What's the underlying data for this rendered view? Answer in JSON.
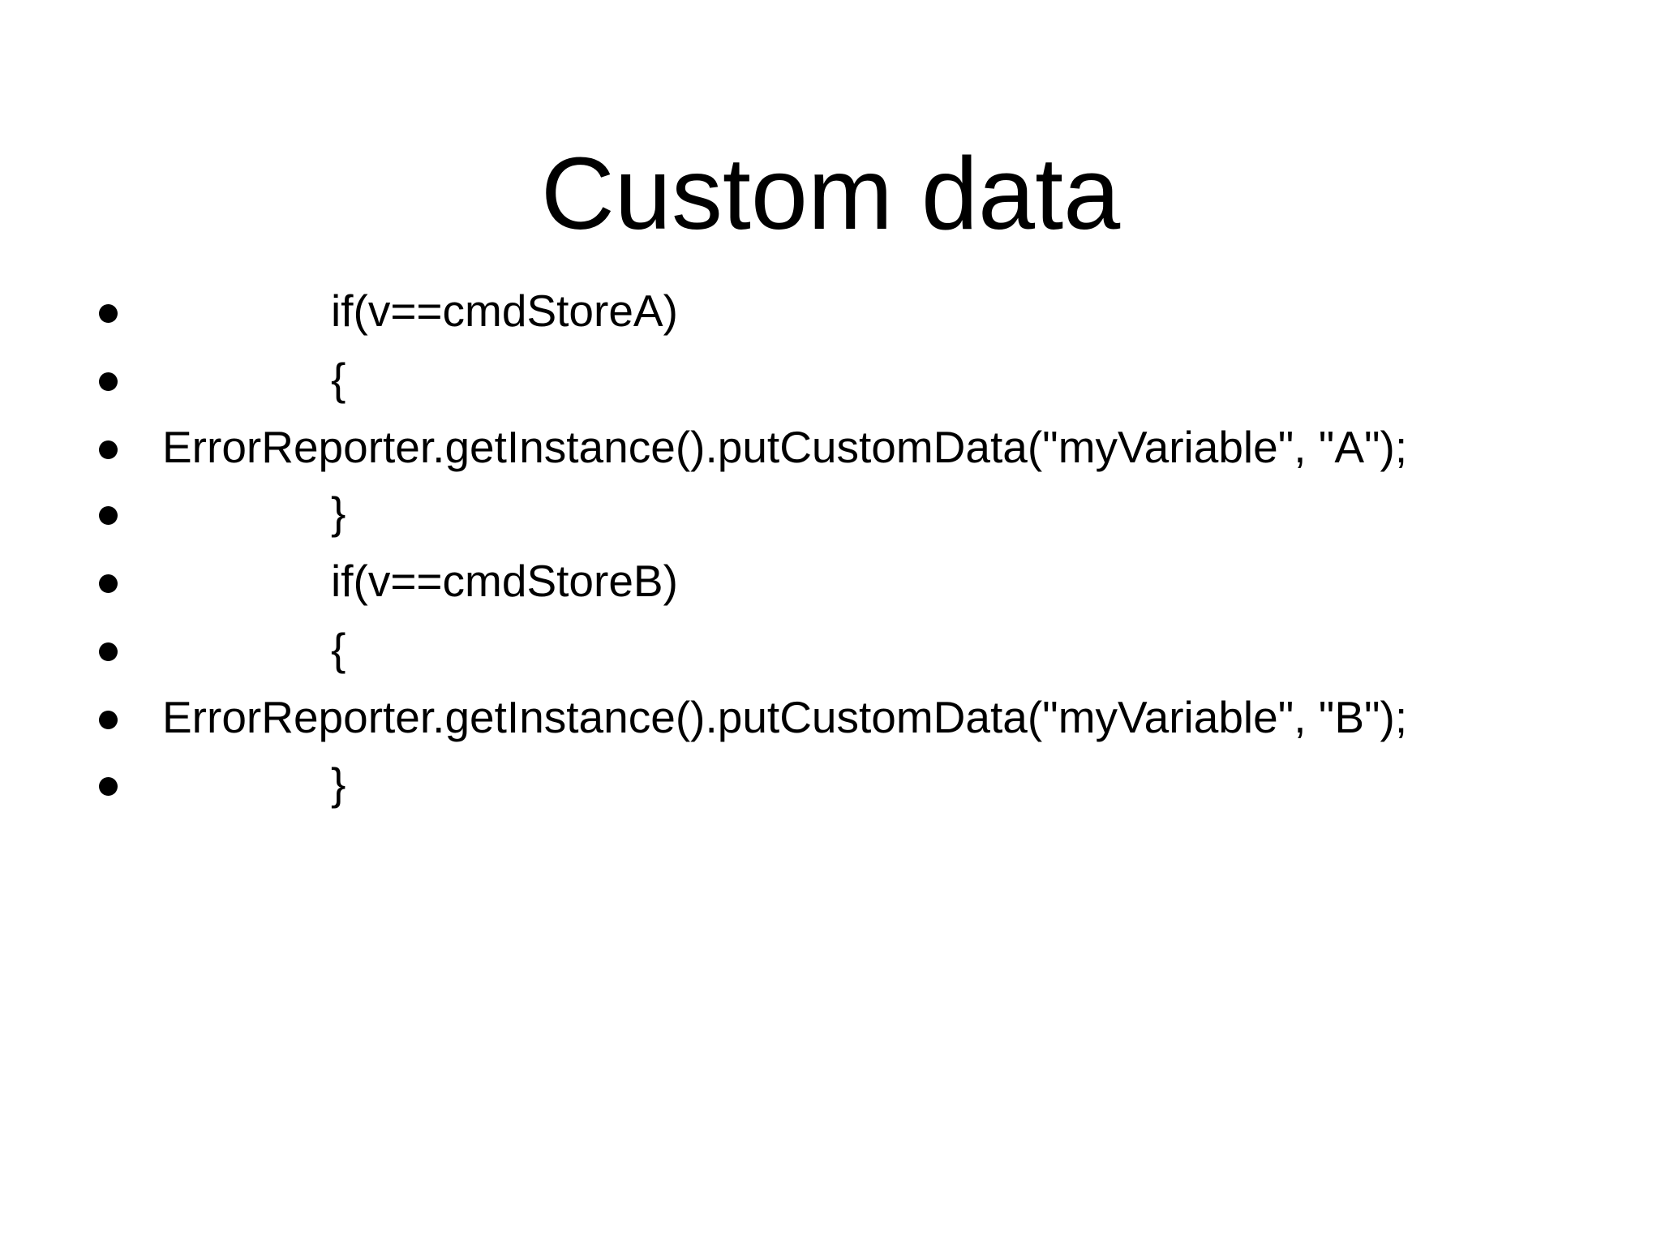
{
  "slide": {
    "title": "Custom data",
    "background_color": "#ffffff",
    "text_color": "#000000",
    "bullets": [
      {
        "indent": true,
        "text": "if(v==cmdStoreA)",
        "wrapped": false
      },
      {
        "indent": true,
        "text": "{",
        "wrapped": false
      },
      {
        "indent": false,
        "text": "ErrorReporter.getInstance().putCustomData(\"myVariable\", \"A\");",
        "wrapped": true
      },
      {
        "indent": true,
        "text": "}",
        "wrapped": false
      },
      {
        "indent": true,
        "text": "if(v==cmdStoreB)",
        "wrapped": false
      },
      {
        "indent": true,
        "text": "{",
        "wrapped": false
      },
      {
        "indent": false,
        "text": "ErrorReporter.getInstance().putCustomData(\"myVariable\", \"B\");",
        "wrapped": true
      },
      {
        "indent": true,
        "text": "}",
        "wrapped": false
      }
    ],
    "bullet_glyph": "bullet-disc"
  }
}
